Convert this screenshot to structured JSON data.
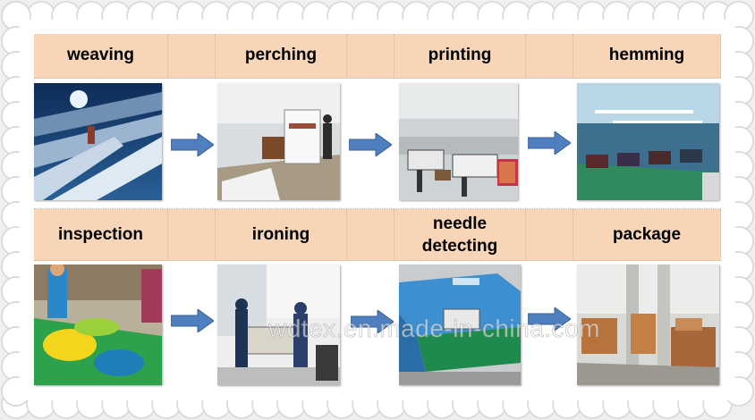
{
  "steps_row1": [
    {
      "label": "weaving"
    },
    {
      "label": "perching"
    },
    {
      "label": "printing"
    },
    {
      "label": "hemming"
    }
  ],
  "steps_row2": [
    {
      "label": "inspection"
    },
    {
      "label": "ironing"
    },
    {
      "label": "needle detecting"
    },
    {
      "label": "package"
    }
  ],
  "watermark": "wdtex.en.made-in-china.com",
  "colors": {
    "header_bg": "#f7d5b6",
    "arrow": "#4f7fbe",
    "frame": "#dcdcdc"
  }
}
